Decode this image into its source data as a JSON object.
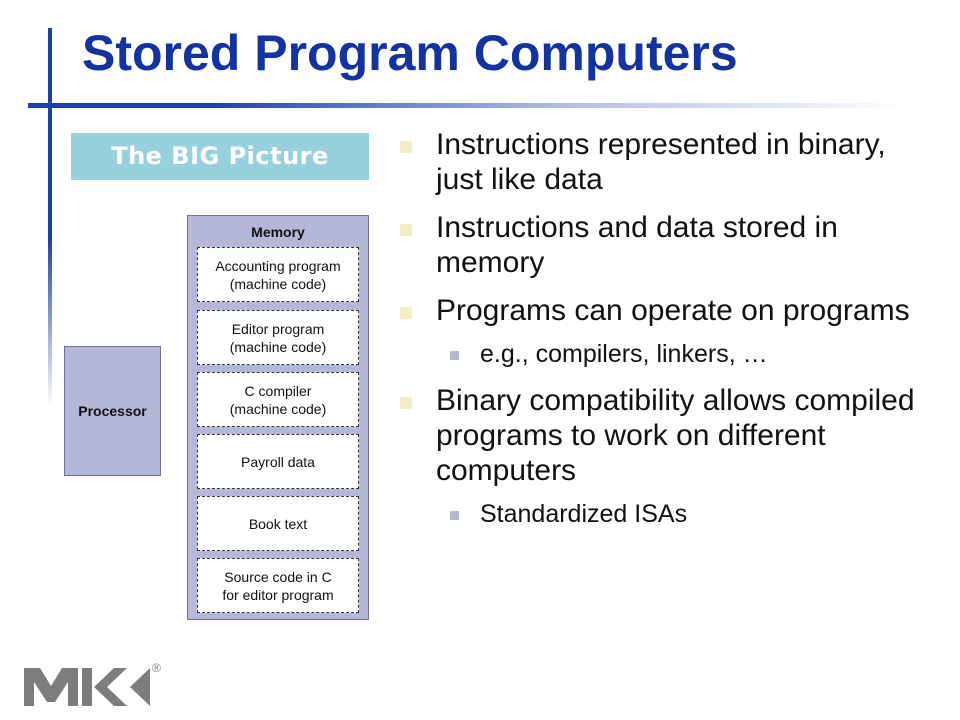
{
  "slide": {
    "title": "Stored Program Computers",
    "big_picture_label": "The BIG Picture"
  },
  "diagram": {
    "processor_label": "Processor",
    "memory_title": "Memory",
    "memory_items": [
      "Accounting program\n(machine code)",
      "Editor program\n(machine code)",
      "C compiler\n(machine code)",
      "Payroll data",
      "Book text",
      "Source code in C\nfor editor program"
    ]
  },
  "bullets": [
    {
      "level": 1,
      "text": "Instructions represented in binary, just like data"
    },
    {
      "level": 1,
      "text": "Instructions and data stored in memory"
    },
    {
      "level": 1,
      "text": "Programs can operate on programs"
    },
    {
      "level": 2,
      "text": "e.g., compilers, linkers, …"
    },
    {
      "level": 1,
      "text": "Binary compatibility allows compiled programs to work on different computers"
    },
    {
      "level": 2,
      "text": "Standardized ISAs"
    }
  ],
  "logo": {
    "icon": "mk-publisher-logo",
    "registered_mark": "®",
    "color": "#7d7d7d"
  },
  "colors": {
    "title": "#1433a0",
    "rule": "#1f3fa8",
    "big_picture_bg": "#99d0dd",
    "diagram_fill": "#b4b7d8"
  }
}
